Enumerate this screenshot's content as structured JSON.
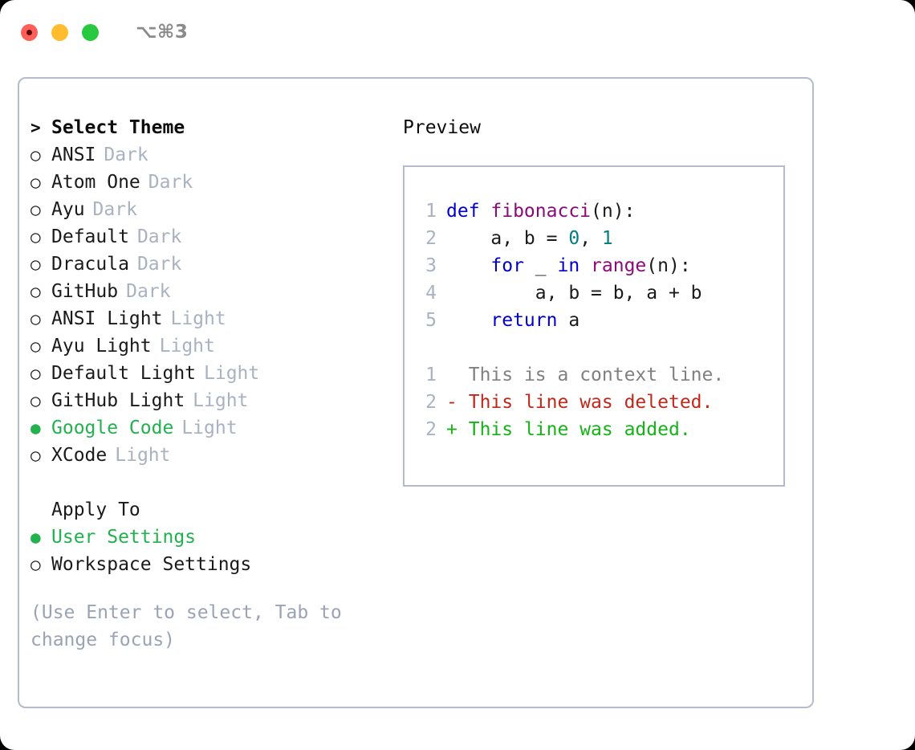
{
  "window": {
    "shortcut_label": "⌥⌘3",
    "traffic_lights": [
      "close",
      "minimize",
      "maximize"
    ],
    "colors": {
      "close": "#ff5f57",
      "minimize": "#ffbd2e",
      "maximize": "#28c840",
      "panel_border": "#b3bcca",
      "accent_green": "#22b14c",
      "muted": "#a8b2c1"
    }
  },
  "theme_picker": {
    "header": {
      "marker": ">",
      "label": "Select Theme"
    },
    "items": [
      {
        "marker": "○",
        "name": "ANSI",
        "mode": "Dark",
        "selected": false
      },
      {
        "marker": "○",
        "name": "Atom One",
        "mode": "Dark",
        "selected": false
      },
      {
        "marker": "○",
        "name": "Ayu",
        "mode": "Dark",
        "selected": false
      },
      {
        "marker": "○",
        "name": "Default",
        "mode": "Dark",
        "selected": false
      },
      {
        "marker": "○",
        "name": "Dracula",
        "mode": "Dark",
        "selected": false
      },
      {
        "marker": "○",
        "name": "GitHub",
        "mode": "Dark",
        "selected": false
      },
      {
        "marker": "○",
        "name": "ANSI Light",
        "mode": "Light",
        "selected": false
      },
      {
        "marker": "○",
        "name": "Ayu Light",
        "mode": "Light",
        "selected": false
      },
      {
        "marker": "○",
        "name": "Default Light",
        "mode": "Light",
        "selected": false
      },
      {
        "marker": "○",
        "name": "GitHub Light",
        "mode": "Light",
        "selected": false
      },
      {
        "marker": "●",
        "name": "Google Code",
        "mode": "Light",
        "selected": true
      },
      {
        "marker": "○",
        "name": "XCode",
        "mode": "Light",
        "selected": false
      }
    ]
  },
  "apply_to": {
    "header": {
      "marker": "",
      "label": "Apply To"
    },
    "items": [
      {
        "marker": "●",
        "name": "User Settings",
        "selected": true
      },
      {
        "marker": "○",
        "name": "Workspace Settings",
        "selected": false
      }
    ]
  },
  "hint": "(Use Enter to select, Tab to change focus)",
  "preview": {
    "title": "Preview",
    "code_lines": [
      {
        "lineno": "1",
        "tokens": [
          {
            "t": "def ",
            "c": "kw"
          },
          {
            "t": "fibonacci",
            "c": "fn"
          },
          {
            "t": "(n):",
            "c": "punct"
          }
        ]
      },
      {
        "lineno": "2",
        "tokens": [
          {
            "t": "    a, b = ",
            "c": "plain"
          },
          {
            "t": "0",
            "c": "num"
          },
          {
            "t": ", ",
            "c": "plain"
          },
          {
            "t": "1",
            "c": "num"
          }
        ]
      },
      {
        "lineno": "3",
        "tokens": [
          {
            "t": "    ",
            "c": "plain"
          },
          {
            "t": "for",
            "c": "kw"
          },
          {
            "t": " _ ",
            "c": "plain"
          },
          {
            "t": "in",
            "c": "kw"
          },
          {
            "t": " ",
            "c": "plain"
          },
          {
            "t": "range",
            "c": "fn"
          },
          {
            "t": "(n):",
            "c": "punct"
          }
        ]
      },
      {
        "lineno": "4",
        "tokens": [
          {
            "t": "        a, b = b, a + b",
            "c": "plain"
          }
        ]
      },
      {
        "lineno": "5",
        "tokens": [
          {
            "t": "    ",
            "c": "kw"
          },
          {
            "t": "return",
            "c": "kw"
          },
          {
            "t": " a",
            "c": "plain"
          }
        ]
      }
    ],
    "diff_lines": [
      {
        "lineno": "1",
        "sign": " ",
        "text": "This is a context line.",
        "kind": "ctx"
      },
      {
        "lineno": "2",
        "sign": "-",
        "text": "This line was deleted.",
        "kind": "del"
      },
      {
        "lineno": "2",
        "sign": "+",
        "text": "This line was added.",
        "kind": "add"
      }
    ]
  }
}
